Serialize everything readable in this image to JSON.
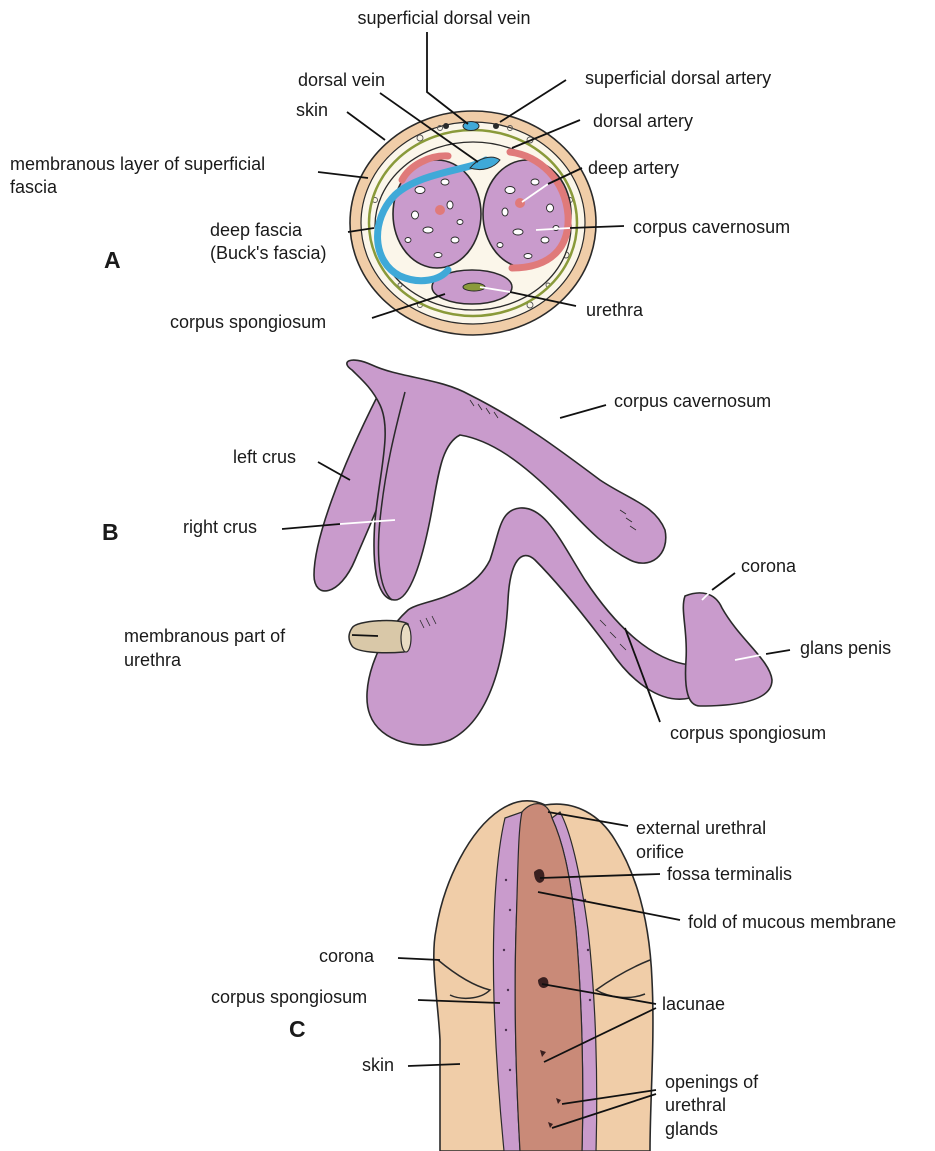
{
  "panels": {
    "a": "A",
    "b": "B",
    "c": "C"
  },
  "labels_a": {
    "superficial_dorsal_vein": "superficial dorsal vein",
    "dorsal_vein": "dorsal vein",
    "superficial_dorsal_artery": "superficial dorsal artery",
    "skin": "skin",
    "dorsal_artery": "dorsal artery",
    "membranous_layer_1": "membranous layer of superficial",
    "membranous_layer_2": "fascia",
    "deep_artery": "deep artery",
    "deep_fascia_1": "deep fascia",
    "deep_fascia_2": "(Buck's fascia)",
    "corpus_cavernosum": "corpus cavernosum",
    "urethra": "urethra",
    "corpus_spongiosum": "corpus spongiosum"
  },
  "labels_b": {
    "corpus_cavernosum": "corpus cavernosum",
    "left_crus": "left crus",
    "right_crus": "right crus",
    "corona": "corona",
    "membranous_part_1": "membranous part of",
    "membranous_part_2": "urethra",
    "glans_penis": "glans penis",
    "corpus_spongiosum": "corpus spongiosum"
  },
  "labels_c": {
    "external_orifice_1": "external urethral",
    "external_orifice_2": "orifice",
    "fossa_terminalis": "fossa terminalis",
    "fold_mucous": "fold of mucous membrane",
    "corona": "corona",
    "corpus_spongiosum": "corpus spongiosum",
    "lacunae": "lacunae",
    "skin": "skin",
    "openings_1": "openings of",
    "openings_2": "urethral",
    "openings_3": "glands"
  },
  "colors": {
    "erectile_tissue": "#c99bcc",
    "erectile_outline": "#2a2a2a",
    "vein": "#3fa9d8",
    "artery": "#e07a7a",
    "skin": "#f0cda8",
    "fascia_green": "#8a9a3a",
    "mucosa": "#c98a78",
    "urethra_tube": "#d9c8a8"
  }
}
